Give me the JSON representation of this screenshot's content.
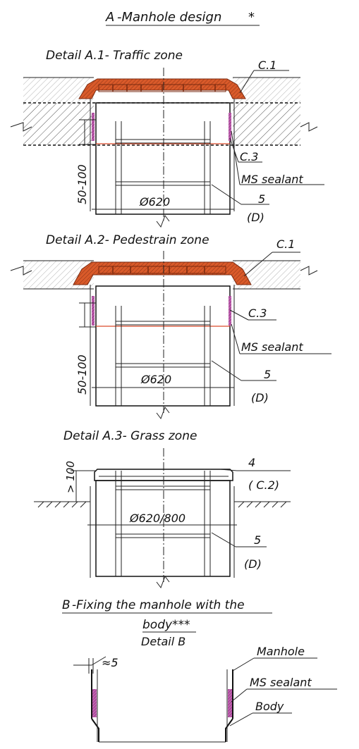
{
  "title": {
    "prefix": "A",
    "text": "-Manhole design",
    "suffix": "*"
  },
  "detail_a1": {
    "title": "Detail  A.1- Traffic zone",
    "label_c1": "C.1",
    "label_c3": "C.3",
    "label_ms": "MS sealant",
    "label_5": "5",
    "label_d": "(D)",
    "dim_depth": "50-100",
    "dim_diameter": "Ø620"
  },
  "detail_a2": {
    "title": "Detail  A.2- Pedestrain zone",
    "label_c1": "C.1",
    "label_c3": "C.3",
    "label_ms": "MS sealant",
    "label_5": "5",
    "label_d": "(D)",
    "dim_depth": "50-100",
    "dim_diameter": "Ø620"
  },
  "detail_a3": {
    "title": "Detail A.3- Grass zone",
    "label_4": "4",
    "label_c2": "( C.2)",
    "label_5": "5",
    "label_d": "(D)",
    "dim_height": "> 100",
    "dim_diameter": "Ø620/800"
  },
  "section_b": {
    "title_prefix": "B",
    "title_line1": "-Fixing the manhole with the",
    "title_line2": "body",
    "title_suffix": "***",
    "detail_title": "Detail B",
    "dim_gap": "≈5",
    "label_manhole": "Manhole",
    "label_ms": "MS sealant",
    "label_body": "Body"
  },
  "colors": {
    "cast_iron": "#d95a2a",
    "sealant": "#b84aa8",
    "line": "#111111"
  }
}
